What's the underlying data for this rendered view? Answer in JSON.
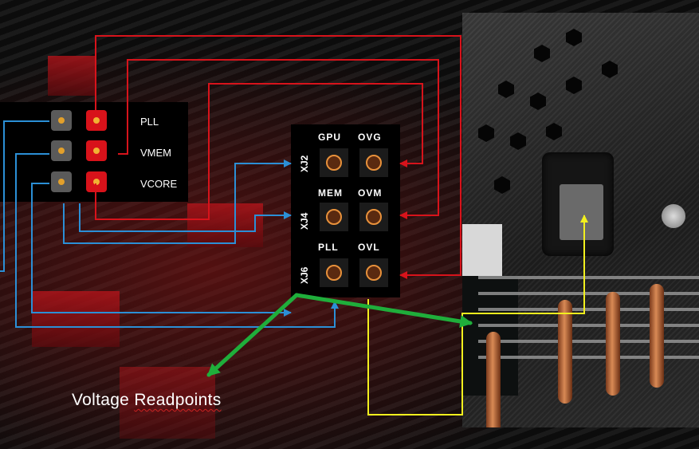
{
  "legend": {
    "rows": [
      "PLL",
      "VMEM",
      "VCORE"
    ]
  },
  "readpoints": {
    "columns": [
      "GPU",
      "OVG",
      "MEM",
      "OVM",
      "PLL",
      "OVL"
    ],
    "headers": [
      "XJ2",
      "XJ4",
      "XJ6"
    ]
  },
  "caption": {
    "prefix": "Voltage ",
    "underlined": "Readpoints"
  },
  "colors": {
    "red_wire": "#d7131b",
    "blue_wire": "#2b8fd6",
    "yellow_wire": "#f2f01e",
    "green_arrow": "#1fae3b"
  }
}
